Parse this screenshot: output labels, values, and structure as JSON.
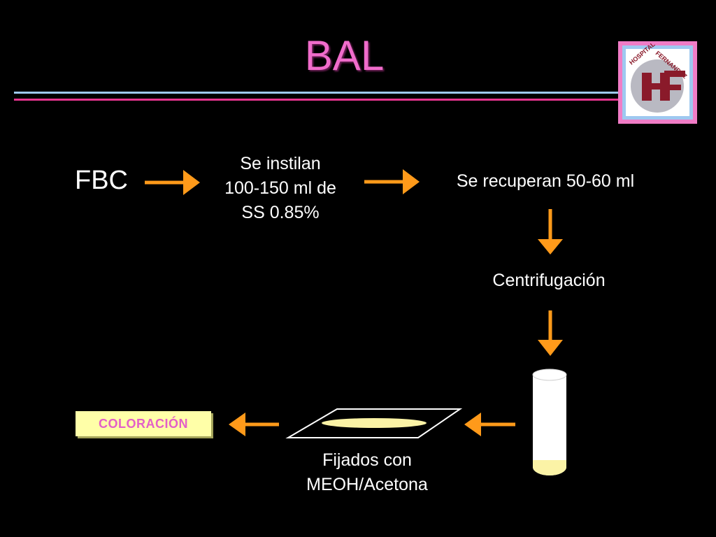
{
  "slide": {
    "title": "BAL",
    "colors": {
      "accent_pink": "#f06ccb",
      "arrow_orange": "#ff9a1a",
      "rule_blue": "#9ec8f0",
      "rule_pink": "#e6348f",
      "label_bg": "#ffffa8"
    }
  },
  "logo": {
    "icon": "hospital-fernandez-logo",
    "top_text": "HOSPITAL",
    "right_text": "FERNANDEZ",
    "monogram": "HF"
  },
  "flow": {
    "start": "FBC",
    "step1_line1": "Se instilan",
    "step1_line2": "100-150 ml de",
    "step1_line3": "SS 0.85%",
    "step2": "Se recuperan 50-60 ml",
    "step3": "Centrifugación",
    "step4_line1": "Fijados con",
    "step4_line2": "MEOH/Acetona",
    "final": "COLORACIÓN"
  }
}
